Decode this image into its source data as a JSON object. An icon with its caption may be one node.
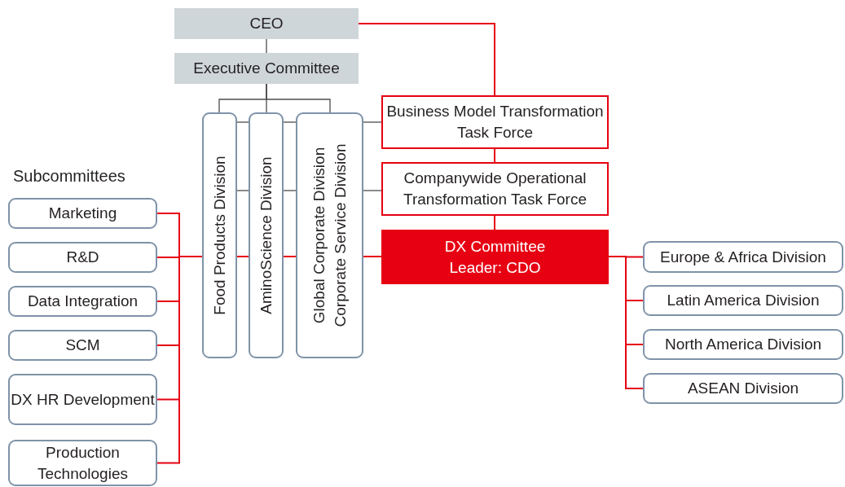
{
  "diagram": {
    "nodes": [
      {
        "text": [
          "CEO"
        ]
      },
      {
        "text": [
          "Executive Committee"
        ]
      },
      {
        "text": [
          "Food Products Division"
        ]
      },
      {
        "text": [
          "AminoScience Division"
        ]
      },
      {
        "text": [
          "Global Corporate Division",
          "Corporate Service Division"
        ]
      },
      {
        "text": [
          "Business Model Transformation Task Force"
        ]
      },
      {
        "text": [
          "Companywide Operational Transformation Task Force"
        ]
      },
      {
        "text": [
          "DX Committee",
          "Leader: CDO"
        ]
      },
      {
        "text": [
          "Marketing"
        ]
      },
      {
        "text": [
          "R&D"
        ]
      },
      {
        "text": [
          "Data Integration"
        ]
      },
      {
        "text": [
          "SCM"
        ]
      },
      {
        "text": [
          "DX HR Development"
        ]
      },
      {
        "text": [
          "Production Technologies"
        ]
      },
      {
        "text": [
          "Europe & Africa Division"
        ]
      },
      {
        "text": [
          "Latin America Division"
        ]
      },
      {
        "text": [
          "North America Division"
        ]
      },
      {
        "text": [
          "ASEAN Division"
        ]
      }
    ],
    "edges": [
      {
        "from": 0,
        "to": 1,
        "arrow": "none",
        "color": "#4d4d4d"
      },
      {
        "from": 1,
        "to": 2,
        "arrow": "none",
        "color": "#4d4d4d"
      },
      {
        "from": 1,
        "to": 3,
        "arrow": "none",
        "color": "#4d4d4d"
      },
      {
        "from": 1,
        "to": 4,
        "arrow": "none",
        "color": "#4d4d4d"
      },
      {
        "from": 2,
        "to": 3,
        "arrow": "none",
        "color": "#4d4d4d"
      },
      {
        "from": 3,
        "to": 4,
        "arrow": "none",
        "color": "#4d4d4d"
      },
      {
        "from": 4,
        "to": 5,
        "arrow": "none",
        "color": "#4d4d4d"
      },
      {
        "from": 2,
        "to": 3,
        "arrow": "none",
        "color": "#4d4d4d"
      },
      {
        "from": 3,
        "to": 4,
        "arrow": "none",
        "color": "#4d4d4d"
      },
      {
        "from": 4,
        "to": 6,
        "arrow": "none",
        "color": "#4d4d4d"
      },
      {
        "from": 0,
        "to": 5,
        "arrow": "none"
      },
      {
        "from": 5,
        "to": 6,
        "arrow": "none"
      },
      {
        "from": 6,
        "to": 7,
        "arrow": "none"
      },
      {
        "from": 8,
        "to": 2,
        "arrow": "none"
      },
      {
        "from": 9,
        "to": 2,
        "arrow": "none"
      },
      {
        "from": 10,
        "to": 2,
        "arrow": "none"
      },
      {
        "from": 11,
        "to": 2,
        "arrow": "none"
      },
      {
        "from": 12,
        "to": 2,
        "arrow": "none"
      },
      {
        "from": 13,
        "to": 2,
        "arrow": "none"
      },
      {
        "from": 2,
        "to": 3,
        "arrow": "none"
      },
      {
        "from": 3,
        "to": 4,
        "arrow": "none"
      },
      {
        "from": 4,
        "to": 7,
        "arrow": "none"
      },
      {
        "from": 7,
        "to": 14,
        "arrow": "none"
      },
      {
        "from": 7,
        "to": 15,
        "arrow": "none"
      },
      {
        "from": 7,
        "to": 16,
        "arrow": "none"
      },
      {
        "from": 7,
        "to": 17,
        "arrow": "none"
      }
    ],
    "labels": [
      "Subcommittees"
    ]
  }
}
